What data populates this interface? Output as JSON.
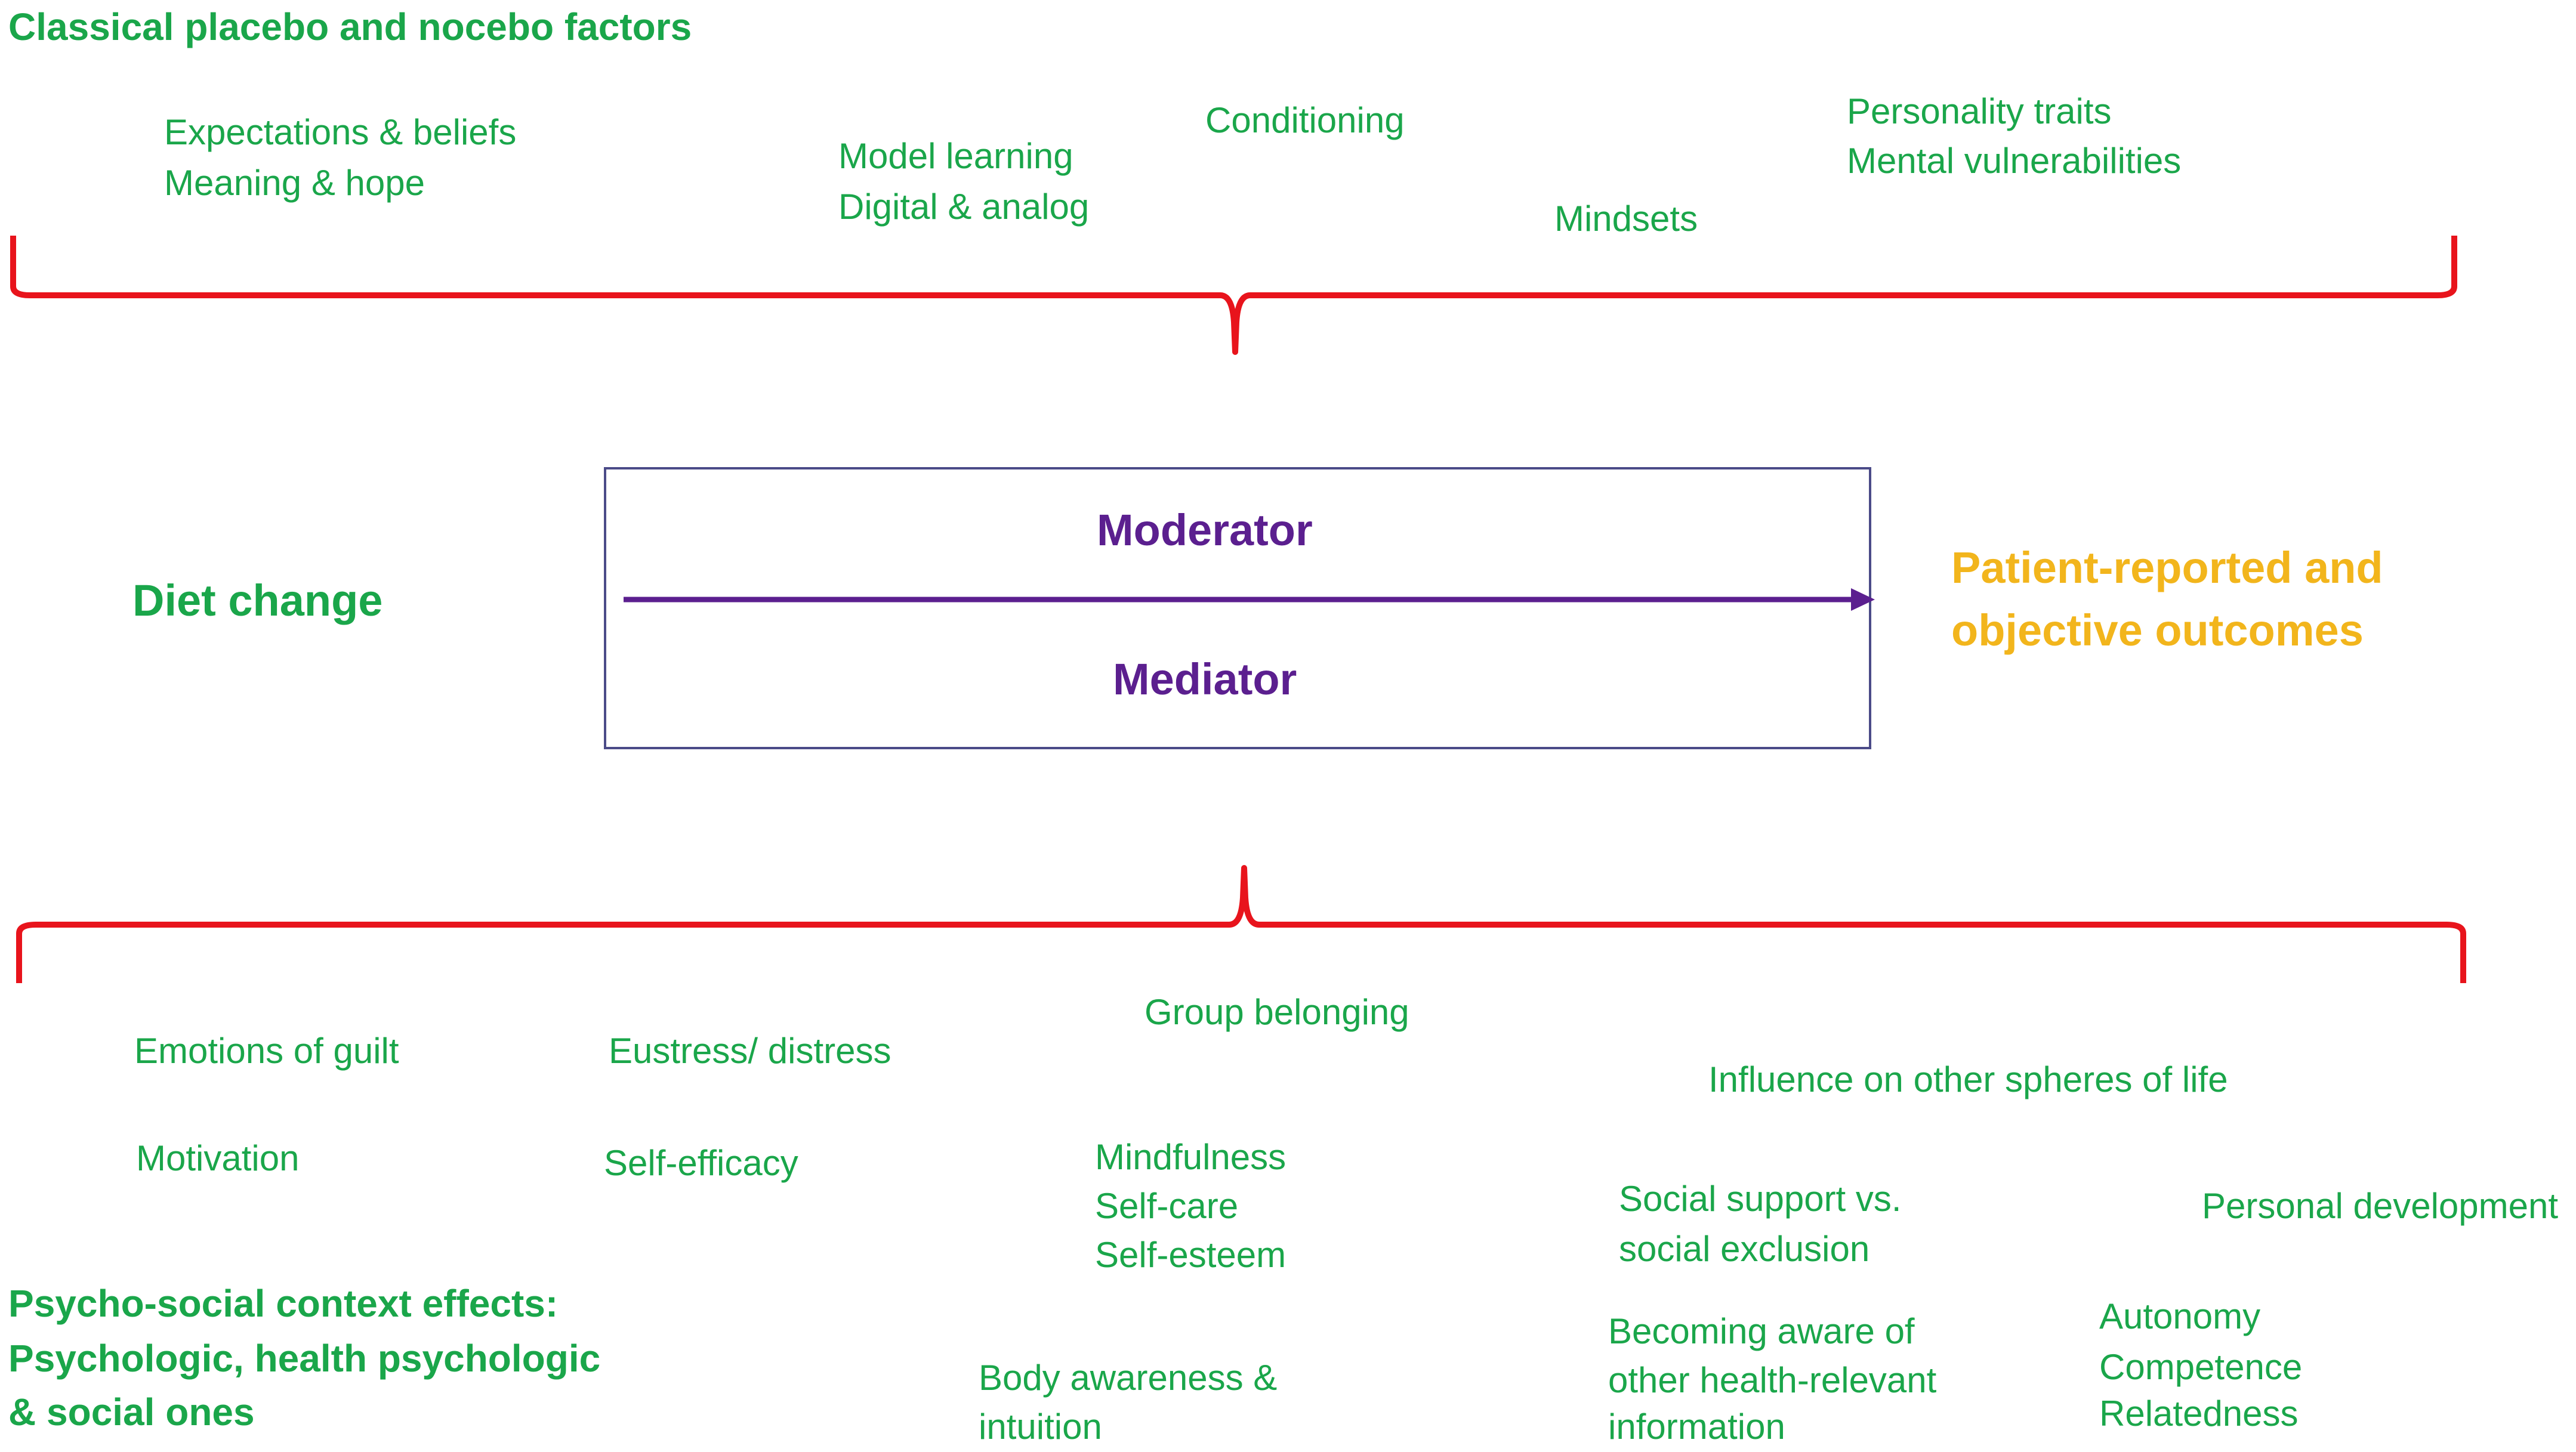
{
  "top": {
    "heading": "Classical  placebo and  nocebo factors",
    "factors": {
      "expectations": "Expectations & beliefs",
      "meaning": "Meaning & hope",
      "model_learning": "Model learning",
      "digital": "Digital & analog",
      "conditioning": "Conditioning",
      "mindsets": "Mindsets",
      "personality": "Personality traits",
      "vulnerabilities": "Mental vulnerabilities"
    }
  },
  "center": {
    "diet": "Diet change",
    "moderator": "Moderator",
    "mediator": "Mediator",
    "outcome_line1": "Patient-reported and",
    "outcome_line2": "objective outcomes"
  },
  "bottom": {
    "factors": {
      "guilt": "Emotions of guilt",
      "motivation": "Motivation",
      "eustress": "Eustress/ distress",
      "self_efficacy": "Self-efficacy",
      "group": "Group belonging",
      "mindfulness": "Mindfulness",
      "self_care": "Self-care",
      "self_esteem": "Self-esteem",
      "body1": "Body awareness &",
      "body2": "intuition",
      "influence": "Influence on other spheres of life",
      "social1": "Social support vs.",
      "social2": "social exclusion",
      "aware1": "Becoming aware of",
      "aware2": "other health-relevant",
      "aware3": "information",
      "personal": "Personal development",
      "autonomy": "Autonomy",
      "competence": "Competence",
      "relatedness": "Relatedness"
    },
    "heading_line1": "Psycho-social  context effects:",
    "heading_line2": "Psychologic,  health psychologic",
    "heading_line3": "& social ones"
  },
  "colors": {
    "green": "#1aa64a",
    "purple": "#5b1f8f",
    "orange": "#f2b51c",
    "brace_red": "#e8141c"
  }
}
